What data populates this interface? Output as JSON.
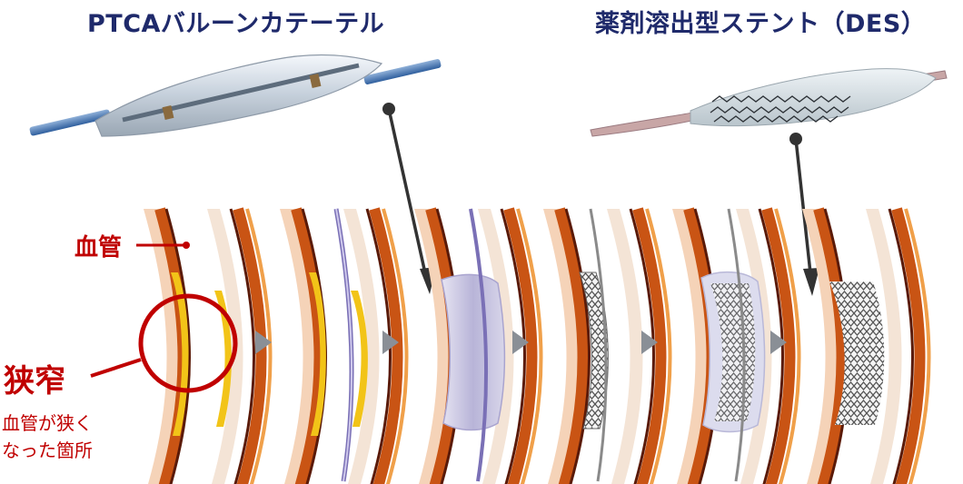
{
  "titles": {
    "balloon": "PTCAバルーンカテーテル",
    "des": "薬剤溶出型ステント（DES）"
  },
  "labels": {
    "vessel": "血管",
    "stenosis": "狭窄",
    "stenosis_desc_line1": "血管が狭く",
    "stenosis_desc_line2": "なった箇所"
  },
  "colors": {
    "title": "#1f2a6b",
    "accent_red": "#c00000",
    "vessel_orange": "#d35a16",
    "vessel_dark": "#5a1a08",
    "plaque_yellow": "#f2c418",
    "arrow_gray": "#8a8f96",
    "pointer_dark": "#333333"
  },
  "steps": [
    {
      "id": "stenosis"
    },
    {
      "id": "guidewire-catheter"
    },
    {
      "id": "balloon-inflated"
    },
    {
      "id": "stent-delivered"
    },
    {
      "id": "stent-expanded"
    },
    {
      "id": "stent-implanted"
    }
  ]
}
